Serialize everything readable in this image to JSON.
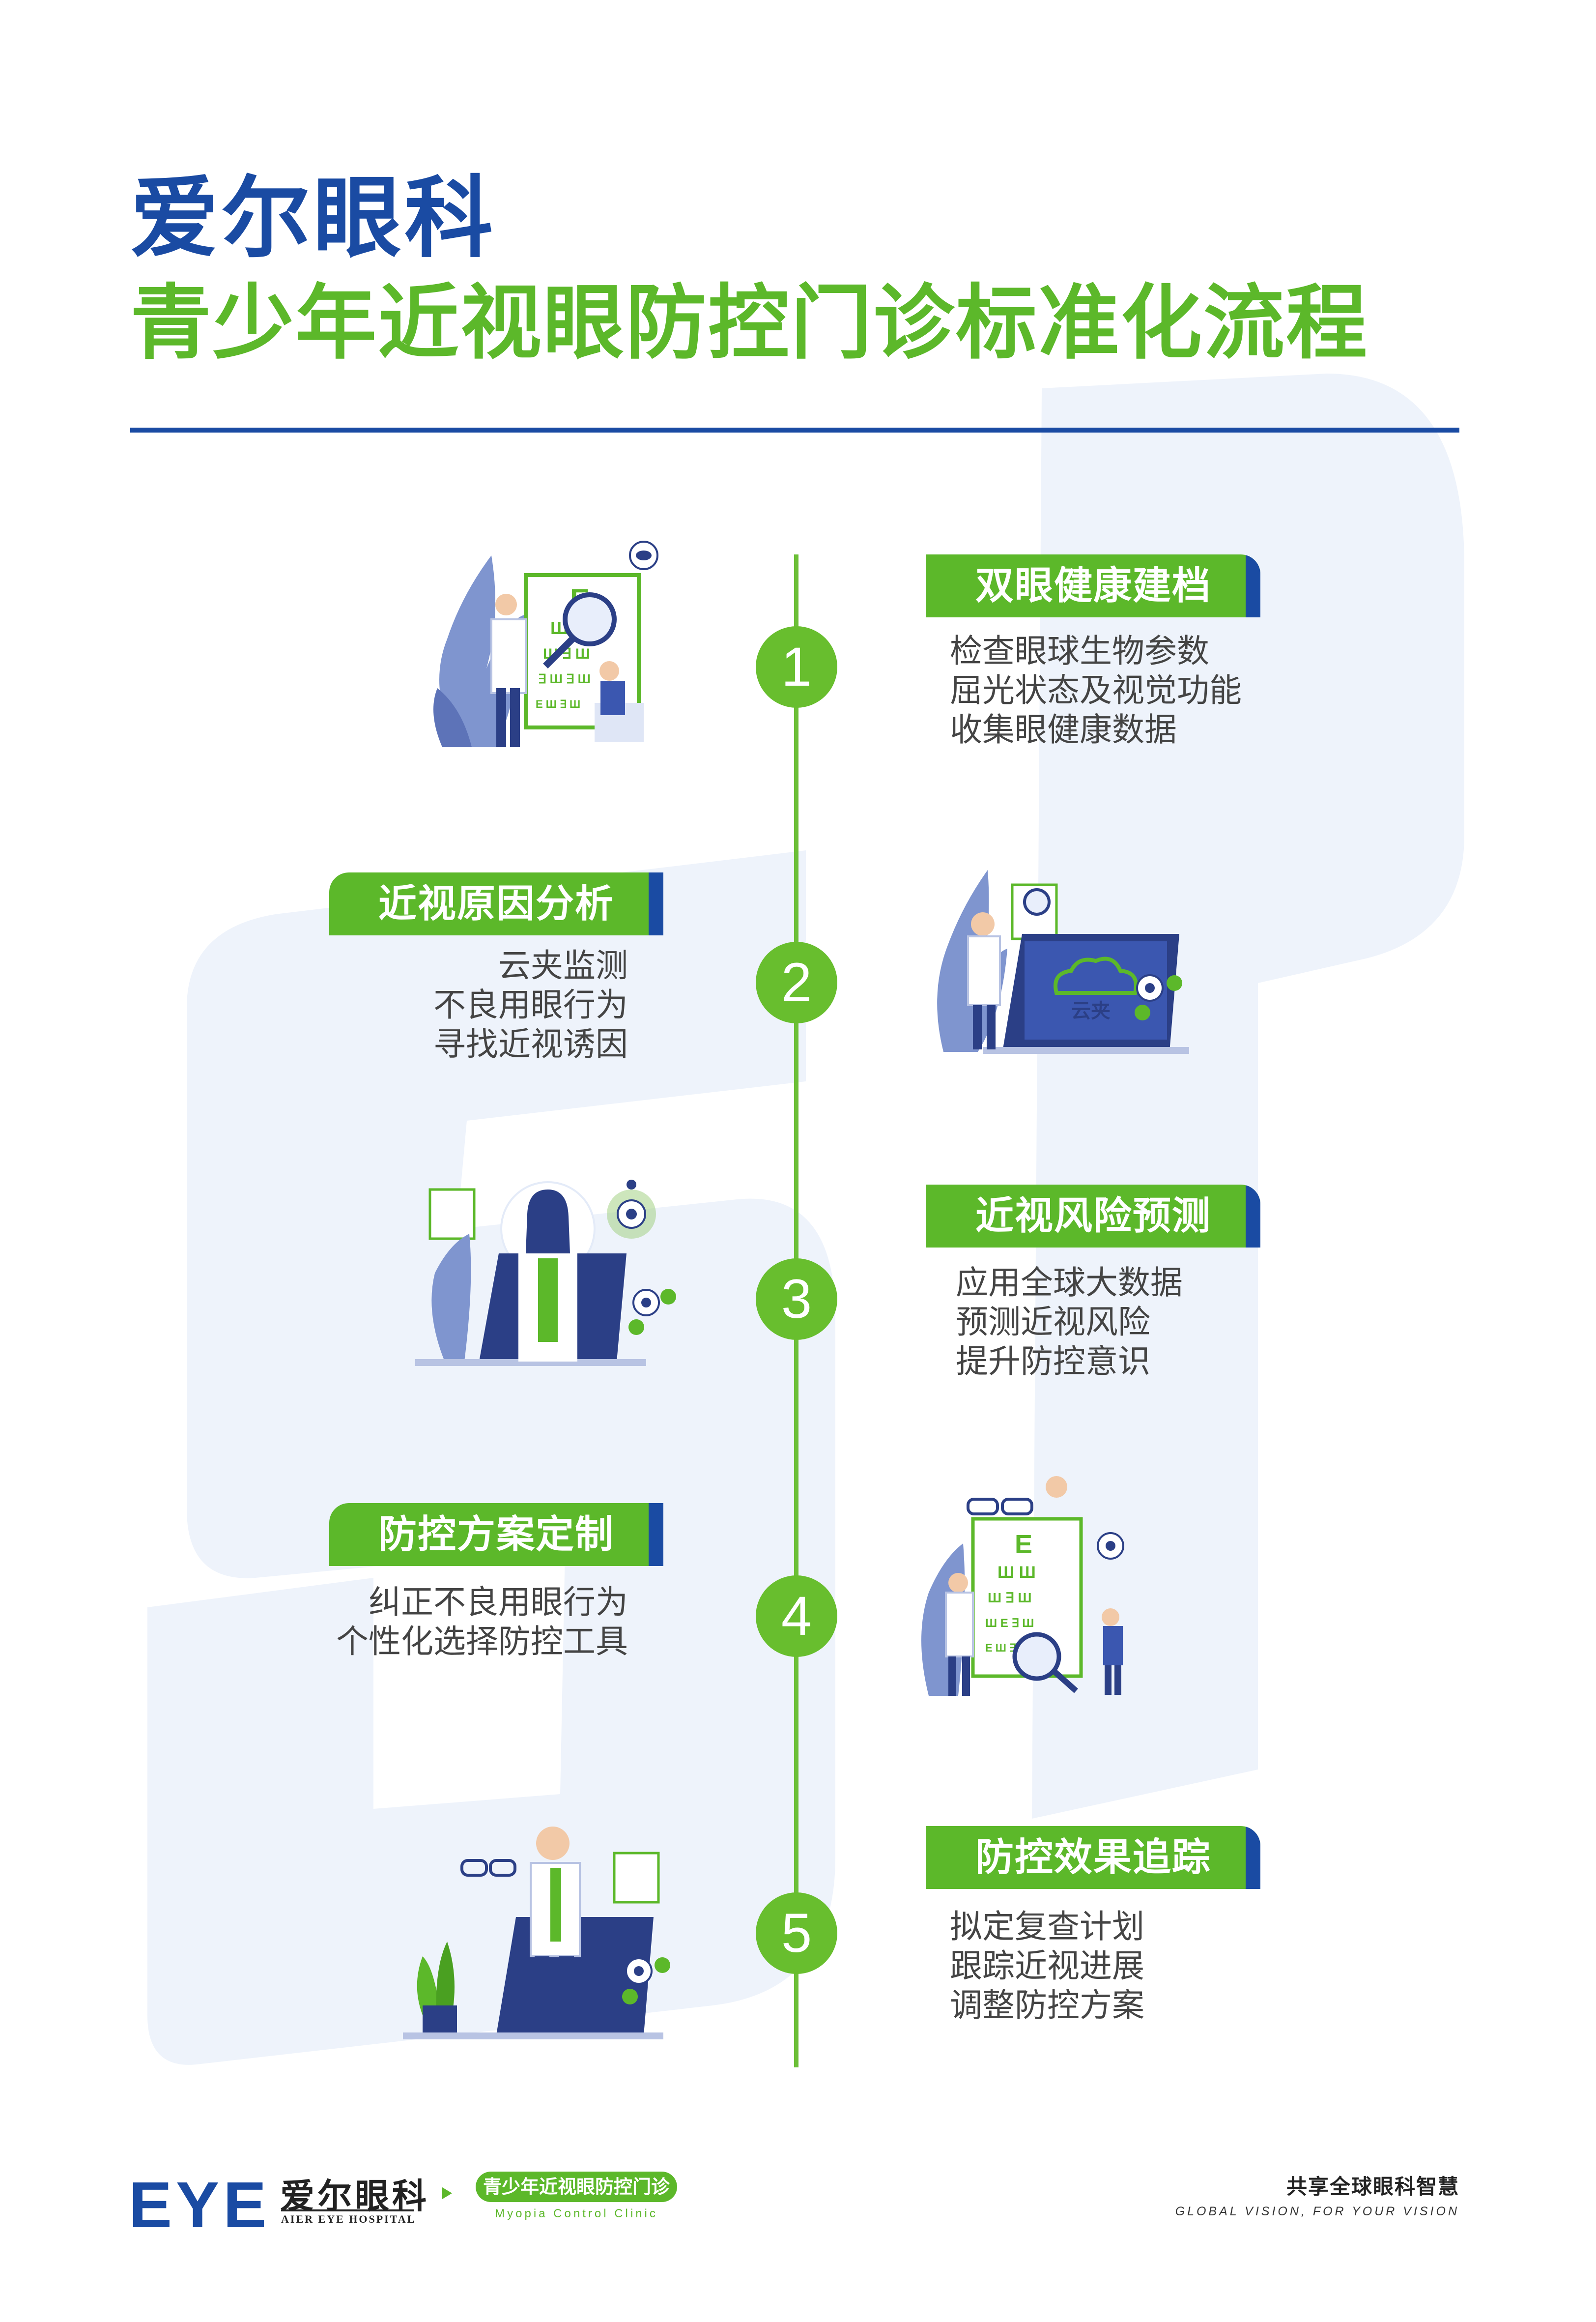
{
  "header": {
    "title": "爱尔眼科",
    "subtitle": "青少年近视眼防控门诊标准化流程"
  },
  "steps": [
    {
      "number": "1",
      "title": "双眼健康建档",
      "lines": [
        "检查眼球生物参数",
        "屈光状态及视觉功能",
        "收集眼健康数据"
      ],
      "illustration": "doctor-eye-chart-exam"
    },
    {
      "number": "2",
      "title": "近视原因分析",
      "lines": [
        "云夹监测",
        "不良用眼行为",
        "寻找近视诱因"
      ],
      "illustration": "doctor-laptop-cloud",
      "laptop_text": "云夹"
    },
    {
      "number": "3",
      "title": "近视风险预测",
      "lines": [
        "应用全球大数据",
        "预测近视风险",
        "提升防控意识"
      ],
      "illustration": "doctor-monitor-prediction"
    },
    {
      "number": "4",
      "title": "防控方案定制",
      "lines": [
        "纠正不良用眼行为",
        "个性化选择防控工具"
      ],
      "illustration": "doctors-eye-chart-glasses"
    },
    {
      "number": "5",
      "title": "防控效果追踪",
      "lines": [
        "拟定复查计划",
        "跟踪近视进展",
        "调整防控方案"
      ],
      "illustration": "doctor-glasses-monitor"
    }
  ],
  "footer": {
    "logo_mark": "EYE",
    "brand_cn": "爱尔眼科",
    "brand_en": "AIER EYE HOSPITAL",
    "clinic_cn": "青少年近视眼防控门诊",
    "clinic_en": "Myopia Control Clinic",
    "slogan_cn": "共享全球眼科智慧",
    "slogan_en": "GLOBAL VISION, FOR YOUR VISION"
  },
  "colors": {
    "brand_blue": "#1a4ba3",
    "brand_green": "#5cb82a",
    "illustration_periwinkle": "#7f95cf",
    "background_letters": "#eef3fb"
  }
}
